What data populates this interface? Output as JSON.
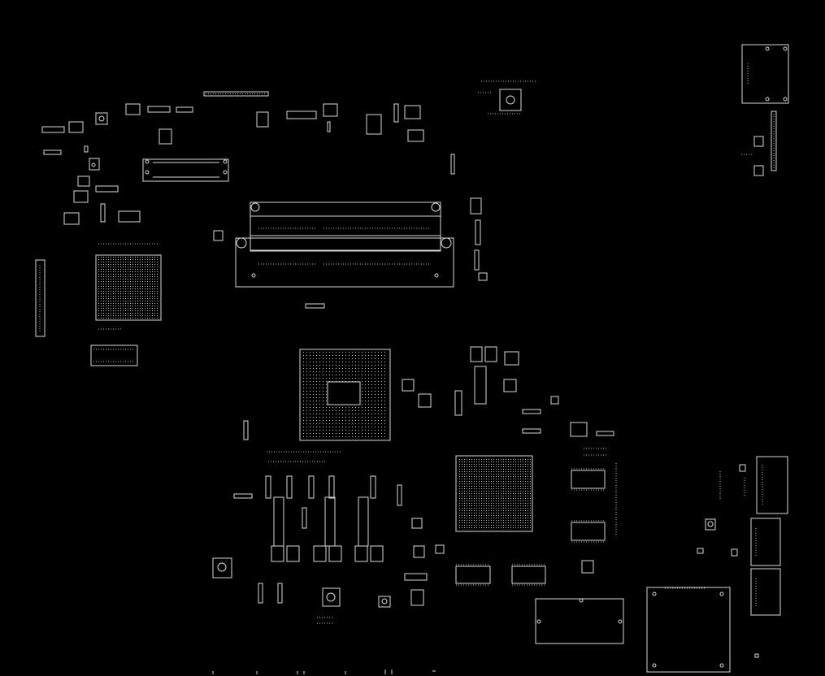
{
  "view": {
    "background": "#000000",
    "outline_color": "#d8d8d8"
  },
  "board": {
    "components": [
      {
        "kind": "dimm-slot",
        "name": "dimm-slot-top"
      },
      {
        "kind": "dimm-slot",
        "name": "dimm-slot-bottom"
      },
      {
        "kind": "bga",
        "name": "cpu-socket"
      },
      {
        "kind": "bga",
        "name": "chipset-bga"
      },
      {
        "kind": "bga",
        "name": "controller-bga-left"
      },
      {
        "kind": "connector",
        "name": "io-connector-top-right"
      },
      {
        "kind": "connector",
        "name": "pin-header-right"
      },
      {
        "kind": "connector",
        "name": "port-connector-right"
      },
      {
        "kind": "connector",
        "name": "usb-connector-1"
      },
      {
        "kind": "connector",
        "name": "usb-connector-2"
      },
      {
        "kind": "connector",
        "name": "pcb-corner-block"
      },
      {
        "kind": "connector",
        "name": "mini-card-slot"
      },
      {
        "kind": "connector",
        "name": "flex-connector-top"
      },
      {
        "kind": "connector",
        "name": "flex-connector-left"
      },
      {
        "kind": "ic",
        "name": "soic-chip"
      },
      {
        "kind": "ic",
        "name": "memory-chip"
      },
      {
        "kind": "inductor",
        "name": "inductor"
      },
      {
        "kind": "passive",
        "name": "passive-cluster"
      }
    ]
  }
}
